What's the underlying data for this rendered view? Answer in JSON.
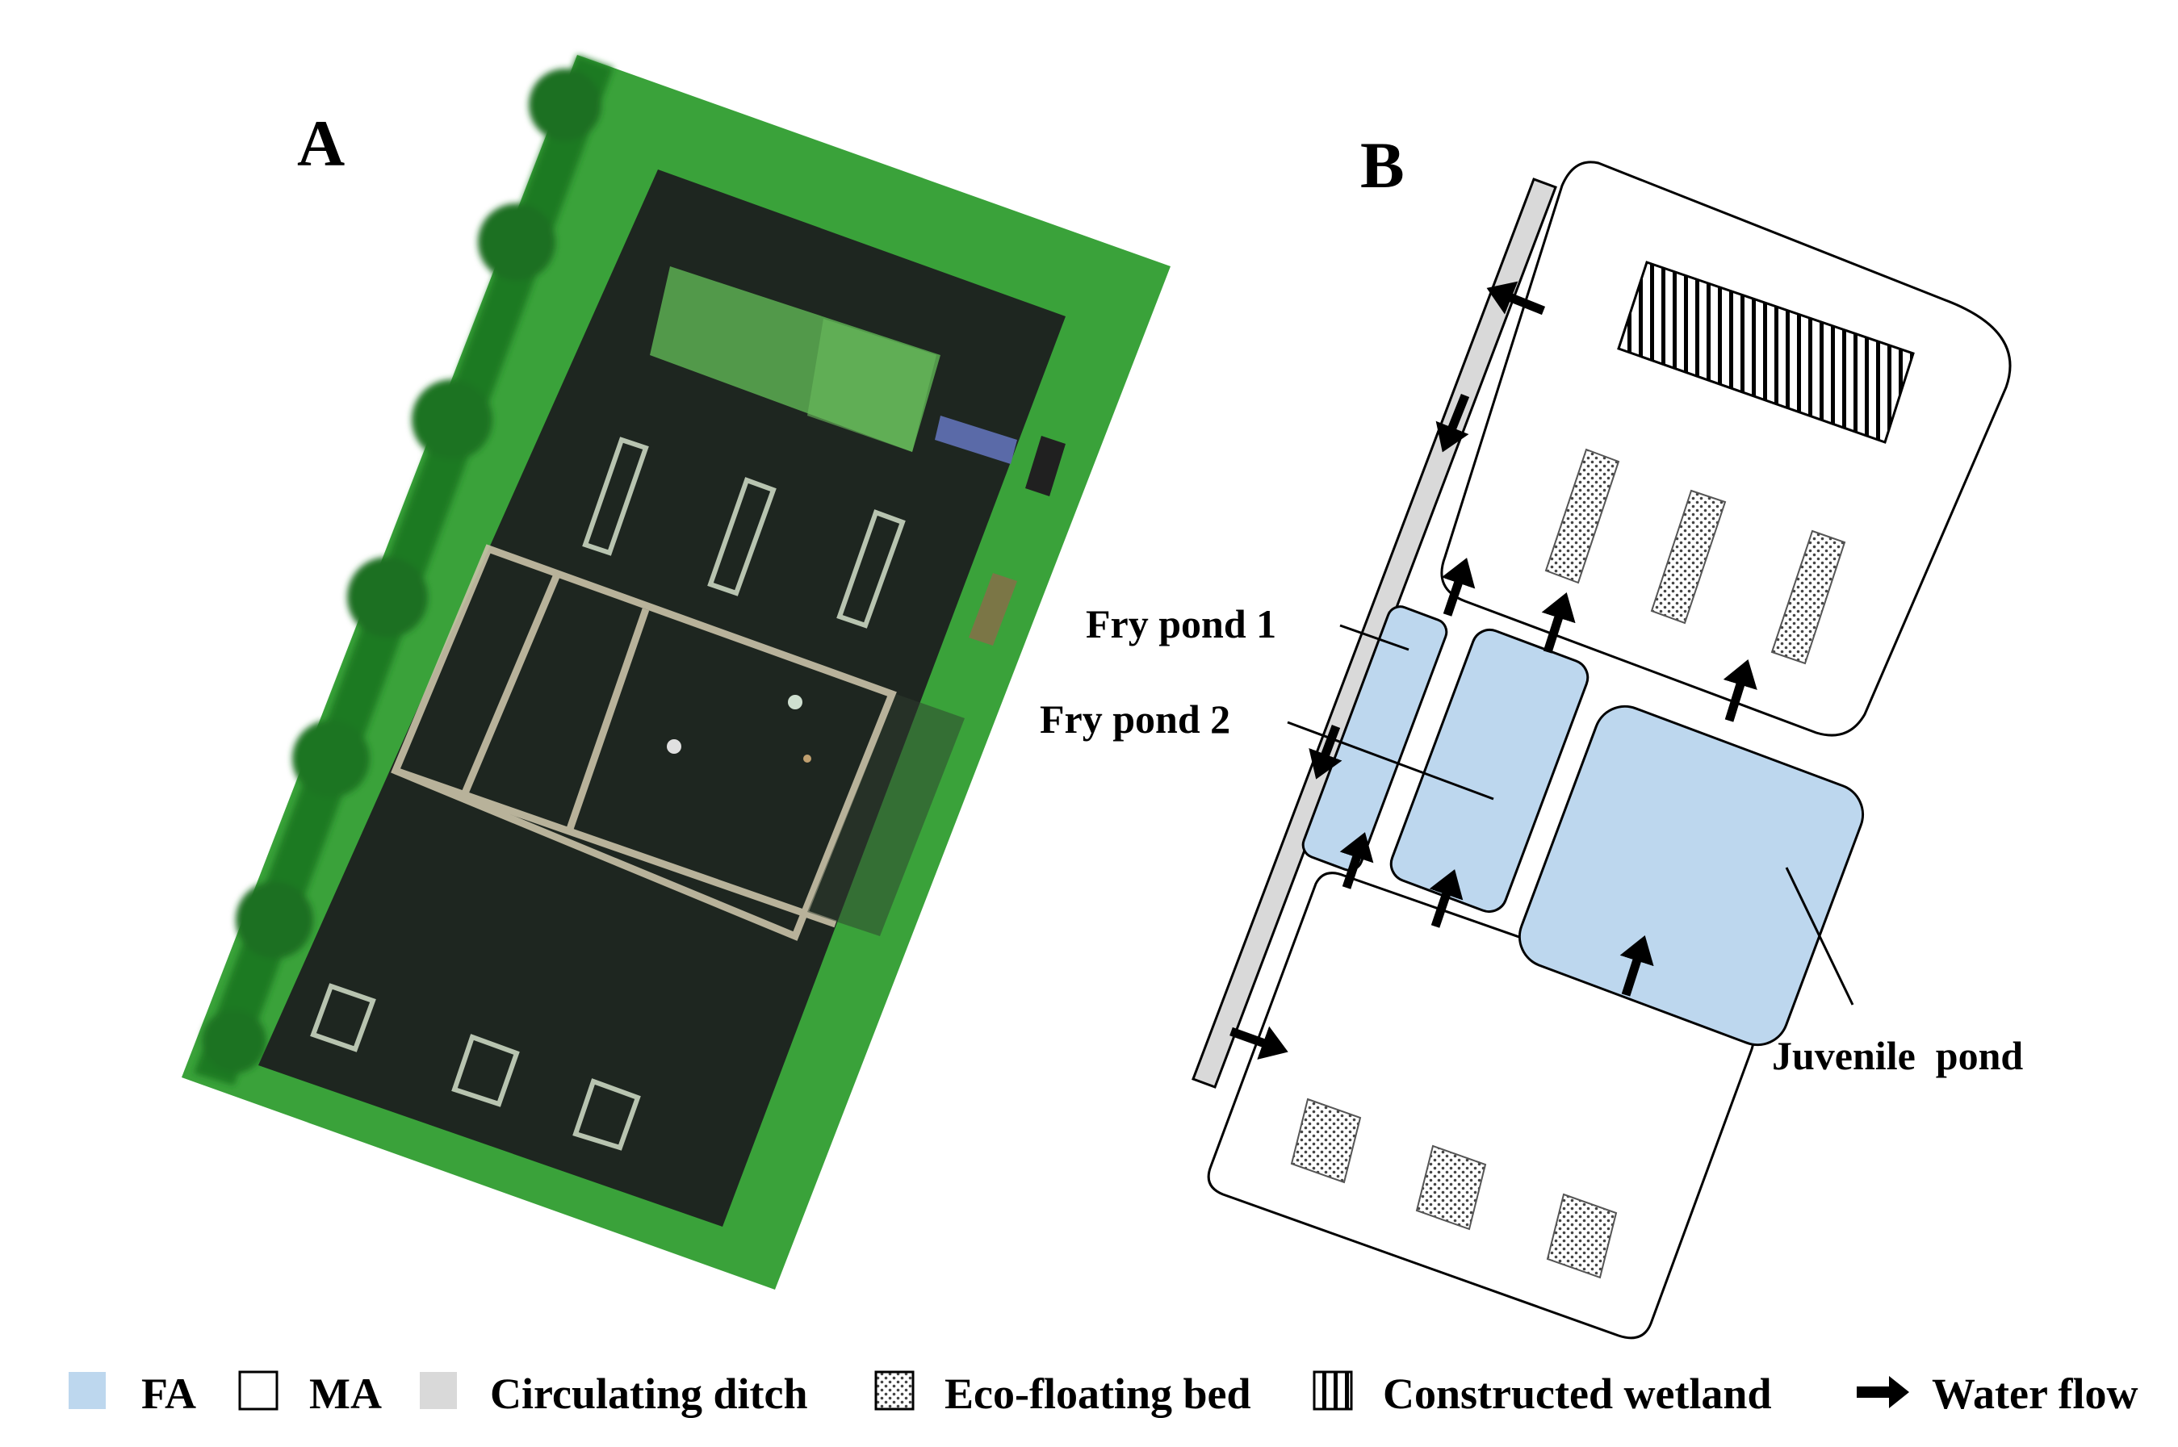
{
  "panels": {
    "a_label": "A",
    "b_label": "B"
  },
  "callouts": {
    "fry_pond_1": "Fry pond 1",
    "fry_pond_2": "Fry pond 2",
    "juvenile_pond": "Juvenile  pond"
  },
  "legend": {
    "items": [
      {
        "label": "FA",
        "icon": "fa-swatch-icon",
        "color": "#bdd7ee"
      },
      {
        "label": "MA",
        "icon": "ma-swatch-icon",
        "color": "#ffffff"
      },
      {
        "label": "Circulating ditch",
        "icon": "ditch-swatch-icon",
        "color": "#d9d9d9"
      },
      {
        "label": "Eco-floating bed",
        "icon": "dotted-swatch-icon",
        "color": "#ffffff"
      },
      {
        "label": "Constructed wetland",
        "icon": "hatched-swatch-icon",
        "color": "#ffffff"
      },
      {
        "label": "Water flow",
        "icon": "arrow-icon",
        "color": "#000000"
      }
    ]
  },
  "colors": {
    "fa": "#bdd7ee",
    "ditch": "#d9d9d9",
    "grass": "#3aa23a",
    "water": "#1e2620"
  }
}
